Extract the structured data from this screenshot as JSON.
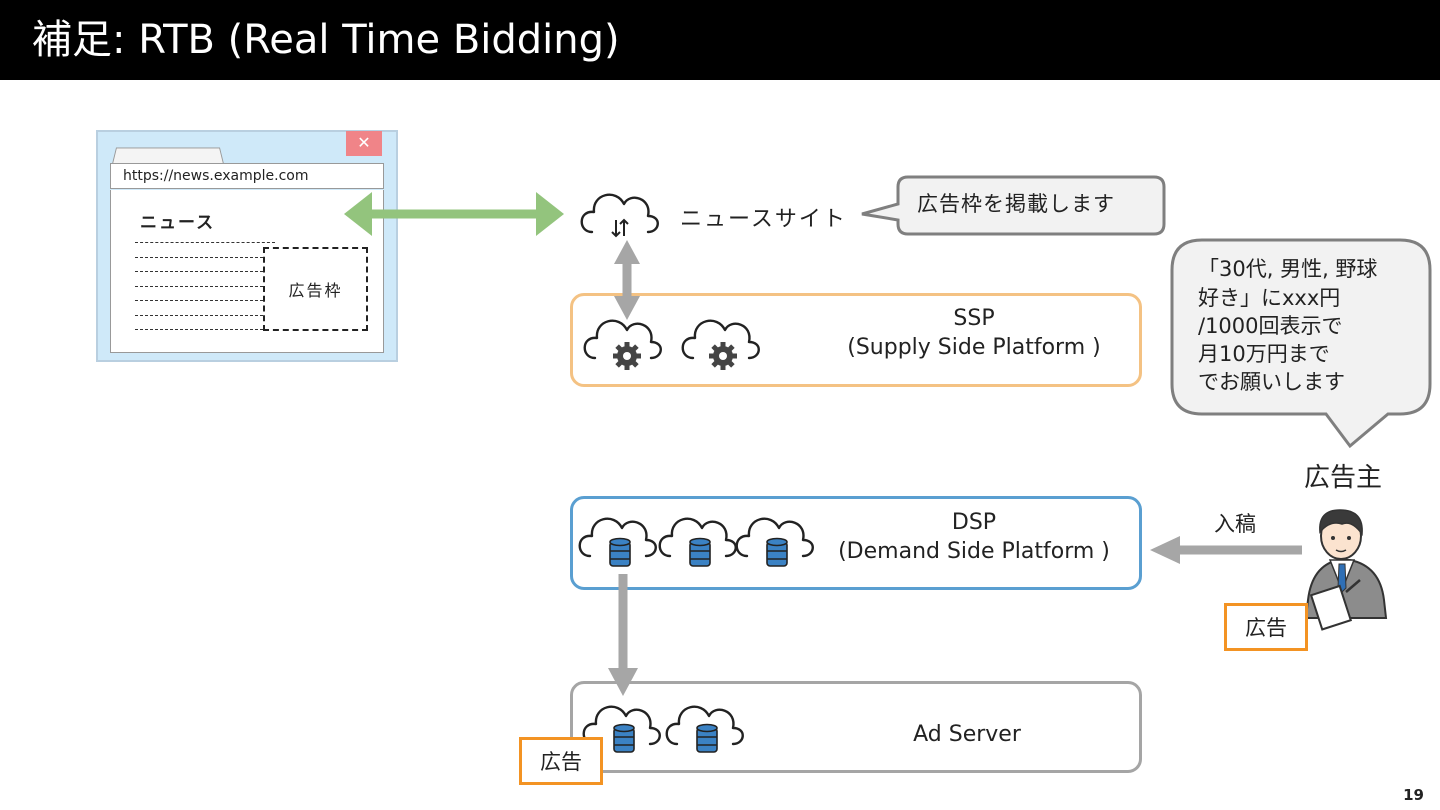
{
  "slide": {
    "title": "補足: RTB (Real Time Bidding)",
    "page_number": "19"
  },
  "browser": {
    "url": "https://news.example.com",
    "close_symbol": "✕",
    "page_heading": "ニュース",
    "ad_slot_label": "広告枠"
  },
  "site": {
    "label": "ニュースサイト",
    "callout": "広告枠を掲載します"
  },
  "ssp": {
    "abbr": "SSP",
    "full": "(Supply Side Platform )"
  },
  "dsp": {
    "abbr": "DSP",
    "full": "(Demand Side Platform )"
  },
  "ad_server": {
    "label": "Ad Server",
    "ad_tag": "広告"
  },
  "advertiser": {
    "label": "広告主",
    "submit_label": "入稿",
    "ad_tag": "広告",
    "request_lines": [
      "「30代, 男性, 野球",
      "好き」にxxx円",
      "/1000回表示で",
      "月10万円まで",
      "でお願いします"
    ]
  },
  "colors": {
    "green_arrow": "#93c47d",
    "gray_arrow": "#a6a6a6",
    "ssp_border": "#f4c283",
    "dsp_border": "#5a9fd1",
    "ad_tag_border": "#f39323",
    "database_blue": "#3b82c4"
  }
}
